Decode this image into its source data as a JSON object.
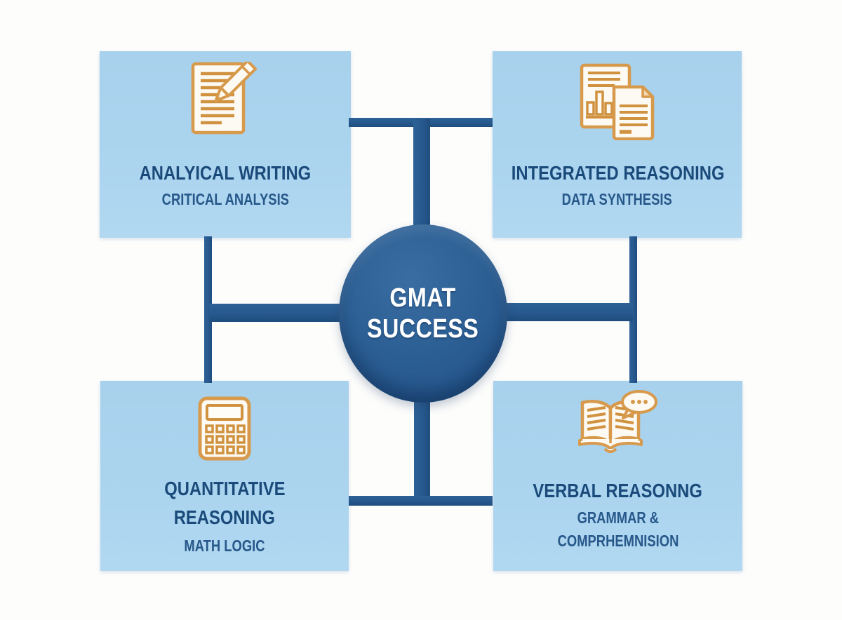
{
  "diagram_title": "GMAT Success",
  "center": {
    "lines": [
      "GMAT",
      "SUCCESS"
    ]
  },
  "nodes": [
    {
      "position": "top-left",
      "icon": "document-pencil-icon",
      "title_lines": [
        "ANALYICAL WRITING"
      ],
      "subtitle_lines": [
        "CRITICAL ANALYSIS"
      ]
    },
    {
      "position": "top-right",
      "icon": "chart-report-documents-icon",
      "title_lines": [
        "INTEGRATED REASONING"
      ],
      "subtitle_lines": [
        "DATA SYNTHESIS"
      ]
    },
    {
      "position": "bottom-left",
      "icon": "calculator-icon",
      "title_lines": [
        "QUANTITATIVE",
        "REASONING"
      ],
      "subtitle_lines": [
        "MATH LOGIC"
      ]
    },
    {
      "position": "bottom-right",
      "icon": "open-book-speech-bubble-icon",
      "title_lines": [
        "VERBAL REASONNG"
      ],
      "subtitle_lines": [
        "GRAMMAR &",
        "COMPRHEMNISION"
      ]
    }
  ],
  "colors": {
    "background": "#fdfdfc",
    "box_fill": "#aad3ee",
    "connector_blue": "#27588e",
    "circle_fill": "#2b5f95",
    "title_text": "#1a4a7a",
    "subtitle_text": "#27588a",
    "center_text": "#ffffff",
    "icon_stroke_orange": "#d79a4c",
    "icon_fill": "#fdfaf3"
  }
}
